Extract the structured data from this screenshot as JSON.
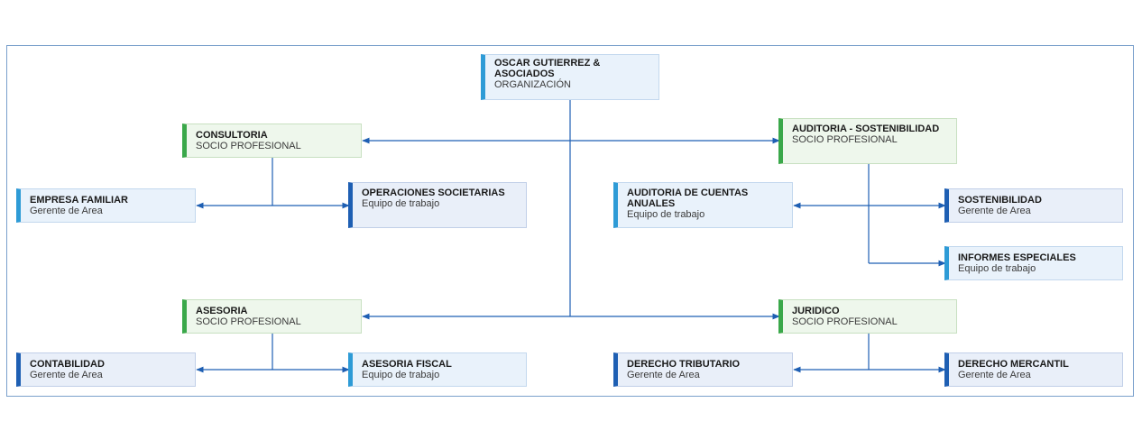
{
  "nodes": {
    "root": {
      "title": "OSCAR GUTIERREZ & ASOCIADOS",
      "subtitle": "ORGANIZACIÓN"
    },
    "consultoria": {
      "title": "CONSULTORIA",
      "subtitle": "SOCIO PROFESIONAL"
    },
    "auditoria": {
      "title": "AUDITORIA - SOSTENIBILIDAD",
      "subtitle": "SOCIO PROFESIONAL"
    },
    "empresa_familiar": {
      "title": "EMPRESA FAMILIAR",
      "subtitle": "Gerente de Area"
    },
    "operaciones": {
      "title": "OPERACIONES SOCIETARIAS",
      "subtitle": "Equipo de trabajo"
    },
    "auditoria_cuentas": {
      "title": "AUDITORIA DE CUENTAS ANUALES",
      "subtitle": "Equipo de trabajo"
    },
    "sostenibilidad": {
      "title": "SOSTENIBILIDAD",
      "subtitle": "Gerente de Area"
    },
    "informes": {
      "title": "INFORMES ESPECIALES",
      "subtitle": "Equipo de trabajo"
    },
    "asesoria": {
      "title": "ASESORIA",
      "subtitle": "SOCIO PROFESIONAL"
    },
    "juridico": {
      "title": "JURIDICO",
      "subtitle": "SOCIO PROFESIONAL"
    },
    "contabilidad": {
      "title": "CONTABILIDAD",
      "subtitle": "Gerente de Area"
    },
    "asesoria_fiscal": {
      "title": "ASESORIA FISCAL",
      "subtitle": "Equipo de trabajo"
    },
    "derecho_tributario": {
      "title": "DERECHO TRIBUTARIO",
      "subtitle": "Gerente de Area"
    },
    "derecho_mercantil": {
      "title": "DERECHO MERCANTIL",
      "subtitle": "Gerente de Area"
    }
  },
  "colors": {
    "partner_accent": "#3aa84a",
    "manager_accent": "#2e9bd6",
    "team_accent": "#1e5fb3",
    "connector": "#1e5fb3"
  }
}
